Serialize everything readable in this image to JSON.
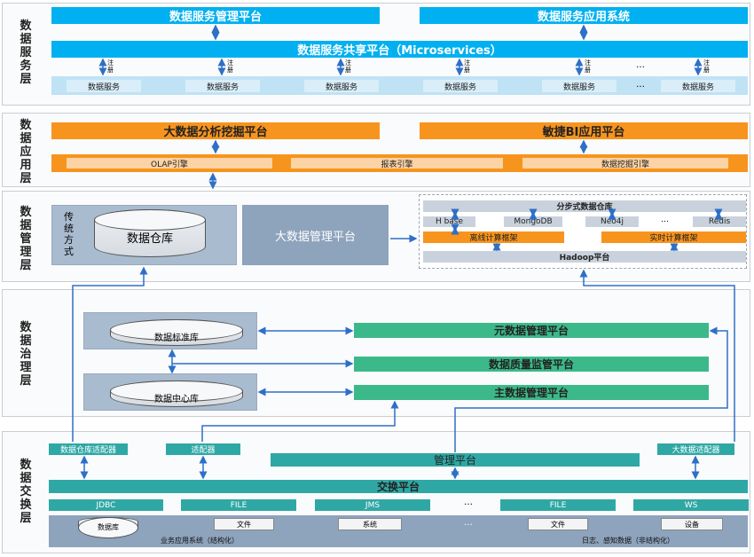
{
  "layers": {
    "service": "数据服务层",
    "application": "数据应用层",
    "management": "数据管理层",
    "governance": "数据治理层",
    "exchange": "数据交换层"
  },
  "service": {
    "platform": "数据服务管理平台",
    "app_system": "数据服务应用系统",
    "shared_platform": "数据服务共享平台（Microservices）",
    "register": "注册",
    "ellipsis": "…",
    "item": "数据服务"
  },
  "application": {
    "bigdata": "大数据分析挖掘平台",
    "bi": "敏捷BI应用平台",
    "olap": "OLAP引擎",
    "report": "报表引擎",
    "mining": "数据挖掘引擎"
  },
  "management": {
    "transport": "传统方式",
    "warehouse": "数据仓库",
    "bigdata_mgmt": "大数据管理平台",
    "distributed": "分步式数据仓库",
    "hbase": "H base",
    "mongodb": "MongoDB",
    "neo4j": "Neo4j",
    "ellipsis": "…",
    "redis": "Redis",
    "offline": "离线计算框架",
    "realtime": "实时计算框架",
    "hadoop": "Hadoop平台"
  },
  "governance": {
    "standard_lib": "数据标准库",
    "center_lib": "数据中心库",
    "metadata": "元数据管理平台",
    "quality": "数据质量监管平台",
    "master": "主数据管理平台"
  },
  "exchange": {
    "dw_adapter": "数据仓库适配器",
    "adapter": "适配器",
    "bigdata_adapter": "大数据适配器",
    "mgmt_platform": "管理平台",
    "exchange_platform": "交换平台",
    "jdbc": "JDBC",
    "file1": "FILE",
    "jms": "JMS",
    "ellipsis": "…",
    "file2": "FILE",
    "ws": "WS",
    "src_db": "数据库",
    "src_file1": "文件",
    "src_system": "系统",
    "src_file2": "文件",
    "src_device": "设备",
    "structured": "业务应用系统（结构化）",
    "unstructured": "日志、感知数据（非结构化）"
  },
  "colors": {
    "blue": "#00b0f0",
    "orange": "#f7941d",
    "green": "#3cb98a",
    "teal": "#2fa8a5",
    "gray": "#7f97b2",
    "arrow": "#2e6fc7"
  }
}
